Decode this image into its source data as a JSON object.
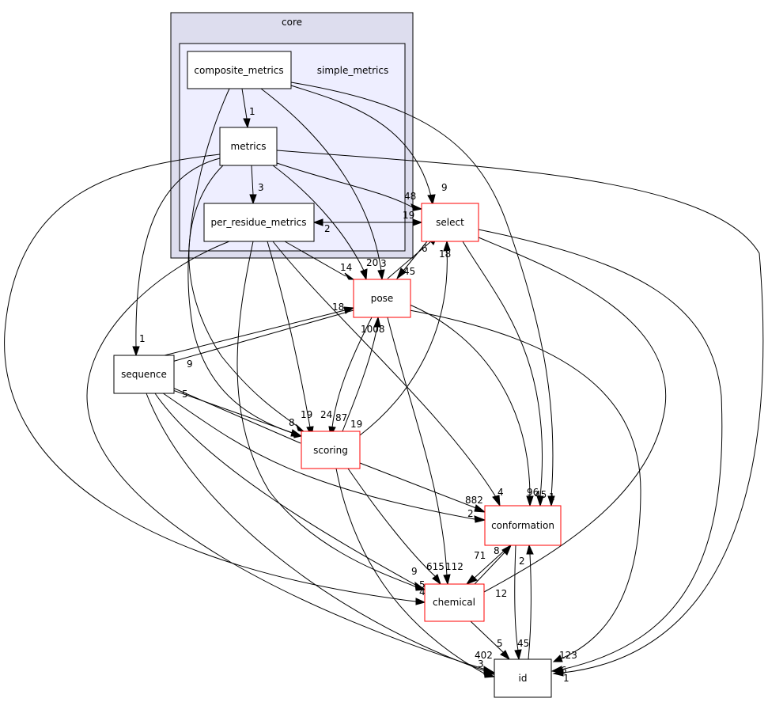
{
  "clusters": {
    "core": "core",
    "simple_metrics": "simple_metrics"
  },
  "nodes": {
    "composite_metrics": "composite_metrics",
    "metrics": "metrics",
    "per_residue_metrics": "per_residue_metrics",
    "select": "select",
    "pose": "pose",
    "sequence": "sequence",
    "scoring": "scoring",
    "conformation": "conformation",
    "chemical": "chemical",
    "id": "id"
  },
  "edge_labels": [
    "1",
    "3",
    "48",
    "9",
    "19",
    "2",
    "14",
    "20",
    "3",
    "6",
    "45",
    "18",
    "18",
    "1008",
    "1",
    "9",
    "5",
    "19",
    "8",
    "24",
    "87",
    "19",
    "4",
    "882",
    "2",
    "96",
    "45",
    "1",
    "8",
    "71",
    "2",
    "9",
    "615",
    "112",
    "5",
    "4",
    "12",
    "5",
    "45",
    "402",
    "3",
    "123",
    "6",
    "1"
  ],
  "colors": {
    "cluster_outer": "#ddddee",
    "cluster_inner": "#eeeeff",
    "node_border_internal": "#000000",
    "node_border_external": "#ff0000"
  }
}
